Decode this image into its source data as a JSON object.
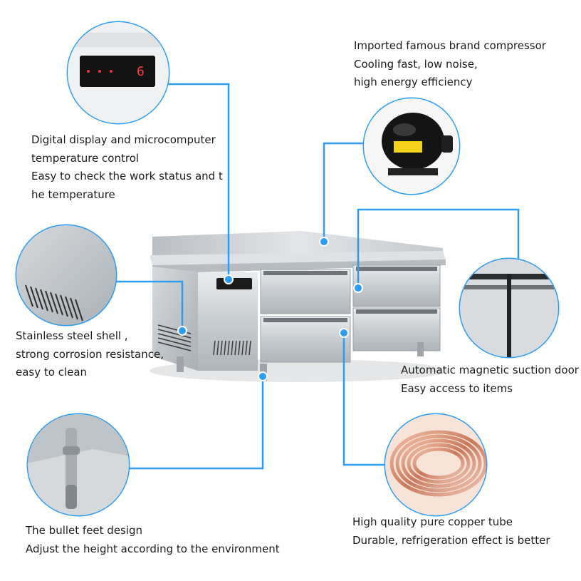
{
  "colors": {
    "accent": "#2d9df2",
    "text": "#1c1c1c",
    "steel": "#c9cdd1"
  },
  "display": {
    "value": "6"
  },
  "features": {
    "display": {
      "lines": [
        "Digital display and microcomputer",
        "temperature control",
        "Easy to check the work status and t",
        "he temperature"
      ]
    },
    "compressor": {
      "lines": [
        "Imported famous brand compressor",
        "Cooling fast, low noise,",
        "high energy efficiency"
      ]
    },
    "shell": {
      "lines": [
        "Stainless steel shell ,",
        "strong corrosion resistance,",
        "easy to clean"
      ]
    },
    "door": {
      "lines": [
        "Automatic magnetic suction door",
        "Easy access to items"
      ]
    },
    "feet": {
      "lines": [
        "The bullet feet design",
        "Adjust the height according to the  environment"
      ]
    },
    "copper": {
      "lines": [
        "High quality pure copper tube",
        "Durable, refrigeration effect is better"
      ]
    }
  }
}
